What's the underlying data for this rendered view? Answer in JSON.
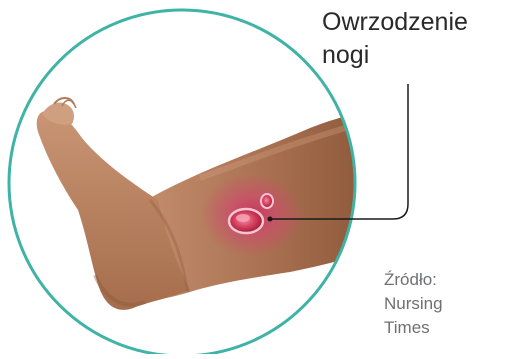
{
  "callout": {
    "title_line1": "Owrzodzenie",
    "title_line2": "nogi"
  },
  "source": {
    "line1": "Źródło:",
    "line2": "Nursing",
    "line3": "Times"
  },
  "colors": {
    "circle_border": "#3fb3a6",
    "skin": "#b07a56",
    "skin_shadow": "#8c5a3c",
    "wound": "#c0304a",
    "inflammation": "#d2506e",
    "leader_line": "#1a1a1a",
    "title_text": "#2a2a2a",
    "source_text": "#6f7072"
  }
}
